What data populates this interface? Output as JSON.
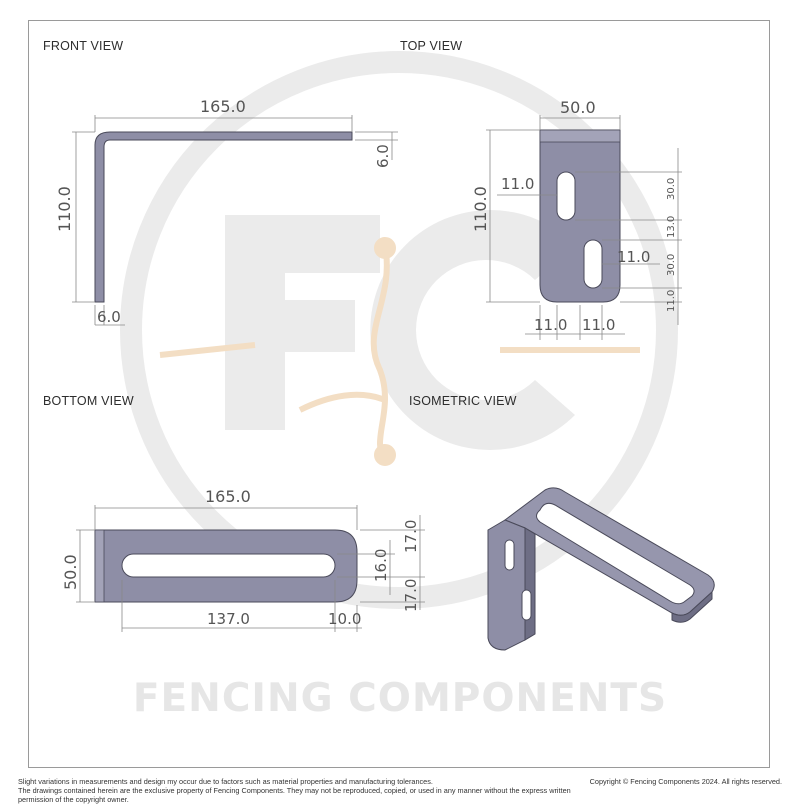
{
  "views": {
    "front": "FRONT VIEW",
    "top": "TOP VIEW",
    "bottom": "BOTTOM VIEW",
    "isometric": "ISOMETRIC VIEW"
  },
  "dimensions": {
    "front_width": "165.0",
    "front_height": "110.0",
    "front_thickness_right": "6.0",
    "front_thickness_bottom": "6.0",
    "top_width": "50.0",
    "top_height": "110.0",
    "top_slot_width_left": "11.0",
    "top_slot_width_right": "11.0",
    "top_offset_left": "11.0",
    "top_offset_right": "11.0",
    "top_slot1_length": "30.0",
    "top_gap": "13.0",
    "top_slot2_length": "30.0",
    "top_bottom_margin": "11.0",
    "bottom_width": "165.0",
    "bottom_height": "50.0",
    "bottom_slot_length": "137.0",
    "bottom_end_margin": "10.0",
    "bottom_top_margin": "17.0",
    "bottom_slot_width": "16.0",
    "bottom_bottom_margin": "17.0"
  },
  "watermark": {
    "logo_letters": "FC",
    "brand": "FENCING COMPONENTS"
  },
  "footer": {
    "disclaimer_1": "Slight variations in measurements and design my occur due to factors such as material properties and manufacturing tolerances.",
    "disclaimer_2": "The drawings contained herein are the exclusive property of Fencing Components. They may not be reproduced, copied, or used in any manner without the express written permission of the copyright owner.",
    "copyright": "Copyright © Fencing Components 2024. All rights reserved."
  },
  "colors": {
    "part_fill": "#8e8ea6",
    "part_edge": "#4a4a5a",
    "watermark": "#e9e9e9",
    "accent_watermark": "#f2dcc0"
  }
}
